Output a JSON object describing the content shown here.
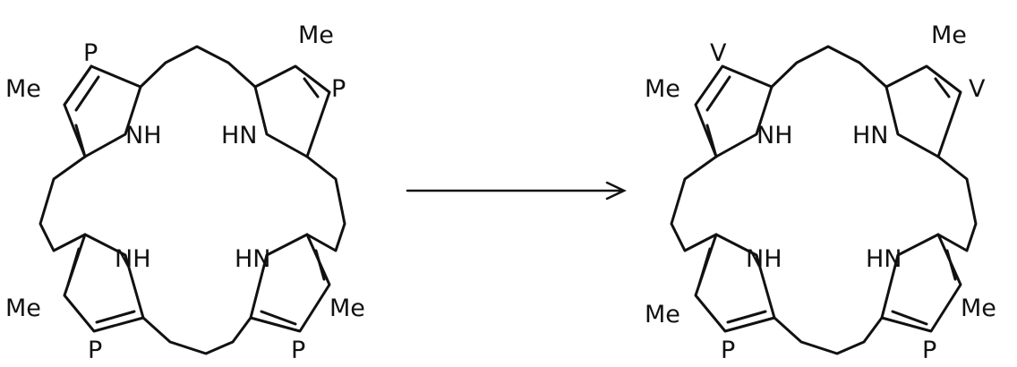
{
  "molecules": [
    {
      "name": "reactant",
      "labels": {
        "top_left": "P",
        "left_top": "Me",
        "top_right": "Me",
        "right_top": "P",
        "left_bottom": "Me",
        "bottom_left": "P",
        "right_bottom": "Me",
        "bottom_right": "P",
        "nh_top_left": "NH",
        "nh_top_right": "HN",
        "nh_bottom_left": "NH",
        "nh_bottom_right": "HN"
      }
    },
    {
      "name": "product",
      "labels": {
        "top_left": "V",
        "left_top": "Me",
        "top_right": "Me",
        "right_top": "V",
        "left_bottom": "Me",
        "bottom_left": "P",
        "right_bottom": "Me",
        "bottom_right": "P",
        "nh_top_left": "NH",
        "nh_top_right": "HN",
        "nh_bottom_left": "NH",
        "nh_bottom_right": "HN"
      }
    }
  ],
  "colors": {
    "ink": "#111111",
    "background": "#ffffff"
  }
}
